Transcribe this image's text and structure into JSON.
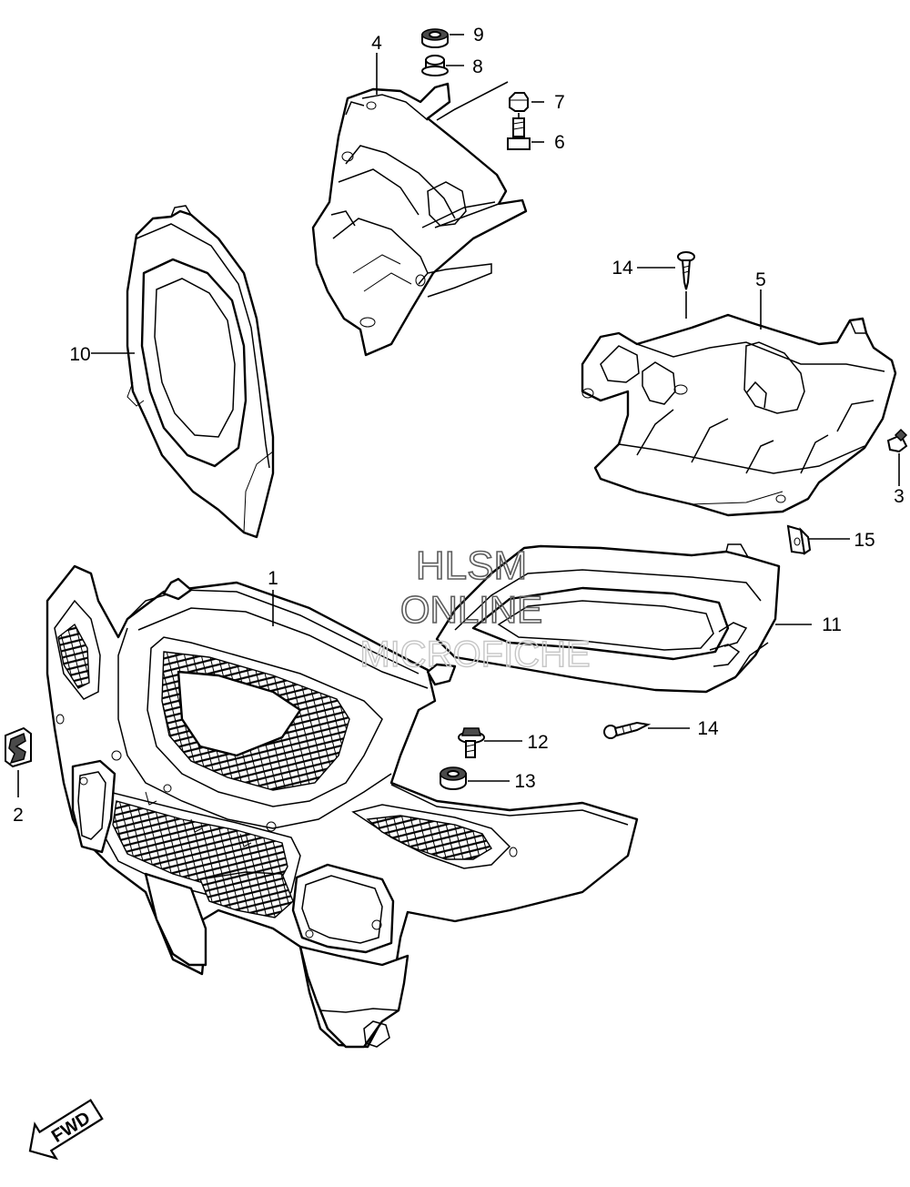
{
  "diagram": {
    "callouts": [
      {
        "id": "1",
        "label": "1"
      },
      {
        "id": "2",
        "label": "2"
      },
      {
        "id": "3",
        "label": "3"
      },
      {
        "id": "4",
        "label": "4"
      },
      {
        "id": "5",
        "label": "5"
      },
      {
        "id": "6",
        "label": "6"
      },
      {
        "id": "7",
        "label": "7"
      },
      {
        "id": "8",
        "label": "8"
      },
      {
        "id": "9",
        "label": "9"
      },
      {
        "id": "10",
        "label": "10"
      },
      {
        "id": "11",
        "label": "11"
      },
      {
        "id": "12",
        "label": "12"
      },
      {
        "id": "13",
        "label": "13"
      },
      {
        "id": "14a",
        "label": "14"
      },
      {
        "id": "14b",
        "label": "14"
      },
      {
        "id": "15",
        "label": "15"
      }
    ],
    "watermark": {
      "line1": "HLSM",
      "line2": "ONLINE",
      "line3": "MICROFICHE"
    },
    "direction_badge": {
      "text": "FWD"
    }
  }
}
